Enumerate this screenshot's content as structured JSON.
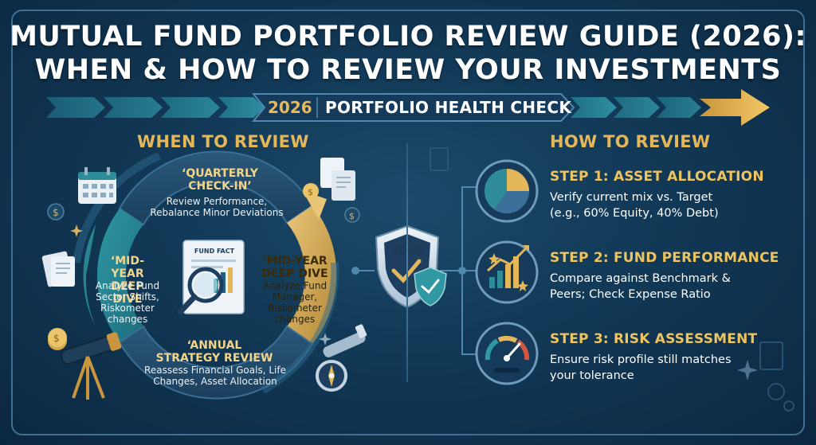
{
  "title": {
    "line1": "MUTUAL FUND PORTFOLIO REVIEW GUIDE (2026):",
    "line2": "WHEN & HOW TO REVIEW YOUR INVESTMENTS"
  },
  "banner": {
    "year": "2026",
    "label": "PORTFOLIO HEALTH CHECK"
  },
  "when_section": {
    "heading": "WHEN TO REVIEW",
    "quarterly": {
      "title": "‘QUARTERLY CHECK-IN’",
      "desc": "Review Performance, Rebalance Minor Deviations"
    },
    "midyear_left": {
      "title": "‘MID-YEAR DEEP DIVE",
      "desc": "Analyze Fund Sector Shifts, Riskometer changes"
    },
    "midyear_right": {
      "title": "‘MID-YEAR DEEP DIVE",
      "desc": "Analyze Fund Manager, Riskometer changes"
    },
    "annual": {
      "title": "‘ANNUAL STRATEGY REVIEW",
      "desc": "Reassess Financial Goals, Life Changes, Asset Allocation"
    },
    "fund_fact": "FUND FACT",
    "shield_year": "2026"
  },
  "how_section": {
    "heading": "HOW TO REVIEW",
    "steps": [
      {
        "title": "STEP 1: ASSET ALLOCATION",
        "line1": "Verify current mix vs. Target",
        "line2": "(e.g., 60% Equity, 40% Debt)",
        "icon": "pie-chart-icon"
      },
      {
        "title": "STEP 2: FUND PERFORMANCE",
        "line1": "Compare against Benchmark &",
        "line2": "Peers; Check Expense Ratio",
        "icon": "growth-chart-icon"
      },
      {
        "title": "STEP 3: RISK ASSESSMENT",
        "line1": "Ensure risk profile still matches",
        "line2": "your tolerance",
        "icon": "gauge-icon"
      }
    ]
  },
  "colors": {
    "gold": "#e4b85a",
    "teal": "#2f8d9a",
    "navy": "#123a58"
  }
}
